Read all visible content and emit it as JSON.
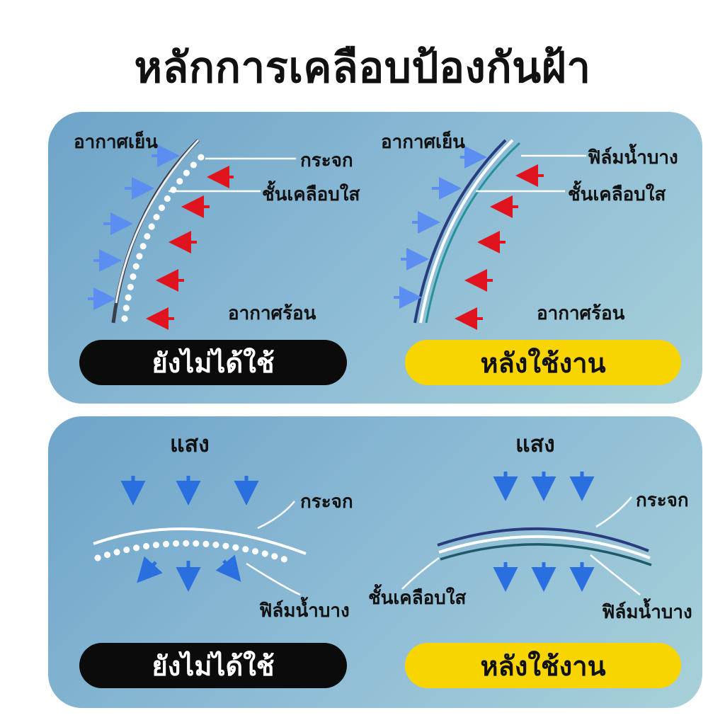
{
  "title": "หลักการเคลือบป้องกันฝ้า",
  "top_panel": {
    "left": {
      "cold_air": "อากาศเย็น",
      "glass": "กระจก",
      "clear_coat": "ชั้นเคลือบใส",
      "hot_air": "อากาศร้อน",
      "state": "ยังไม่ได้ใช้"
    },
    "right": {
      "cold_air": "อากาศเย็น",
      "water_film": "ฟิล์มน้ำบาง",
      "clear_coat": "ชั้นเคลือบใส",
      "hot_air": "อากาศร้อน",
      "state": "หลังใช้งาน"
    }
  },
  "bottom_panel": {
    "left": {
      "light": "แสง",
      "glass": "กระจก",
      "water_film": "ฟิล์มน้ำบาง",
      "state": "ยังไม่ได้ใช้"
    },
    "right": {
      "light": "แสง",
      "glass": "กระจก",
      "clear_coat": "ชั้นเคลือบใส",
      "water_film": "ฟิล์มน้ำบาง",
      "state": "หลังใช้งาน"
    }
  },
  "colors": {
    "cold_arrow": "#5b8ef0",
    "hot_arrow": "#e0141e",
    "light_arrow": "#2a6fe0",
    "pill_black": "#0b0b0b",
    "pill_yellow": "#f8d400",
    "glass_dark_blue": "#2a3c80",
    "coating_teal": "#23929a"
  }
}
